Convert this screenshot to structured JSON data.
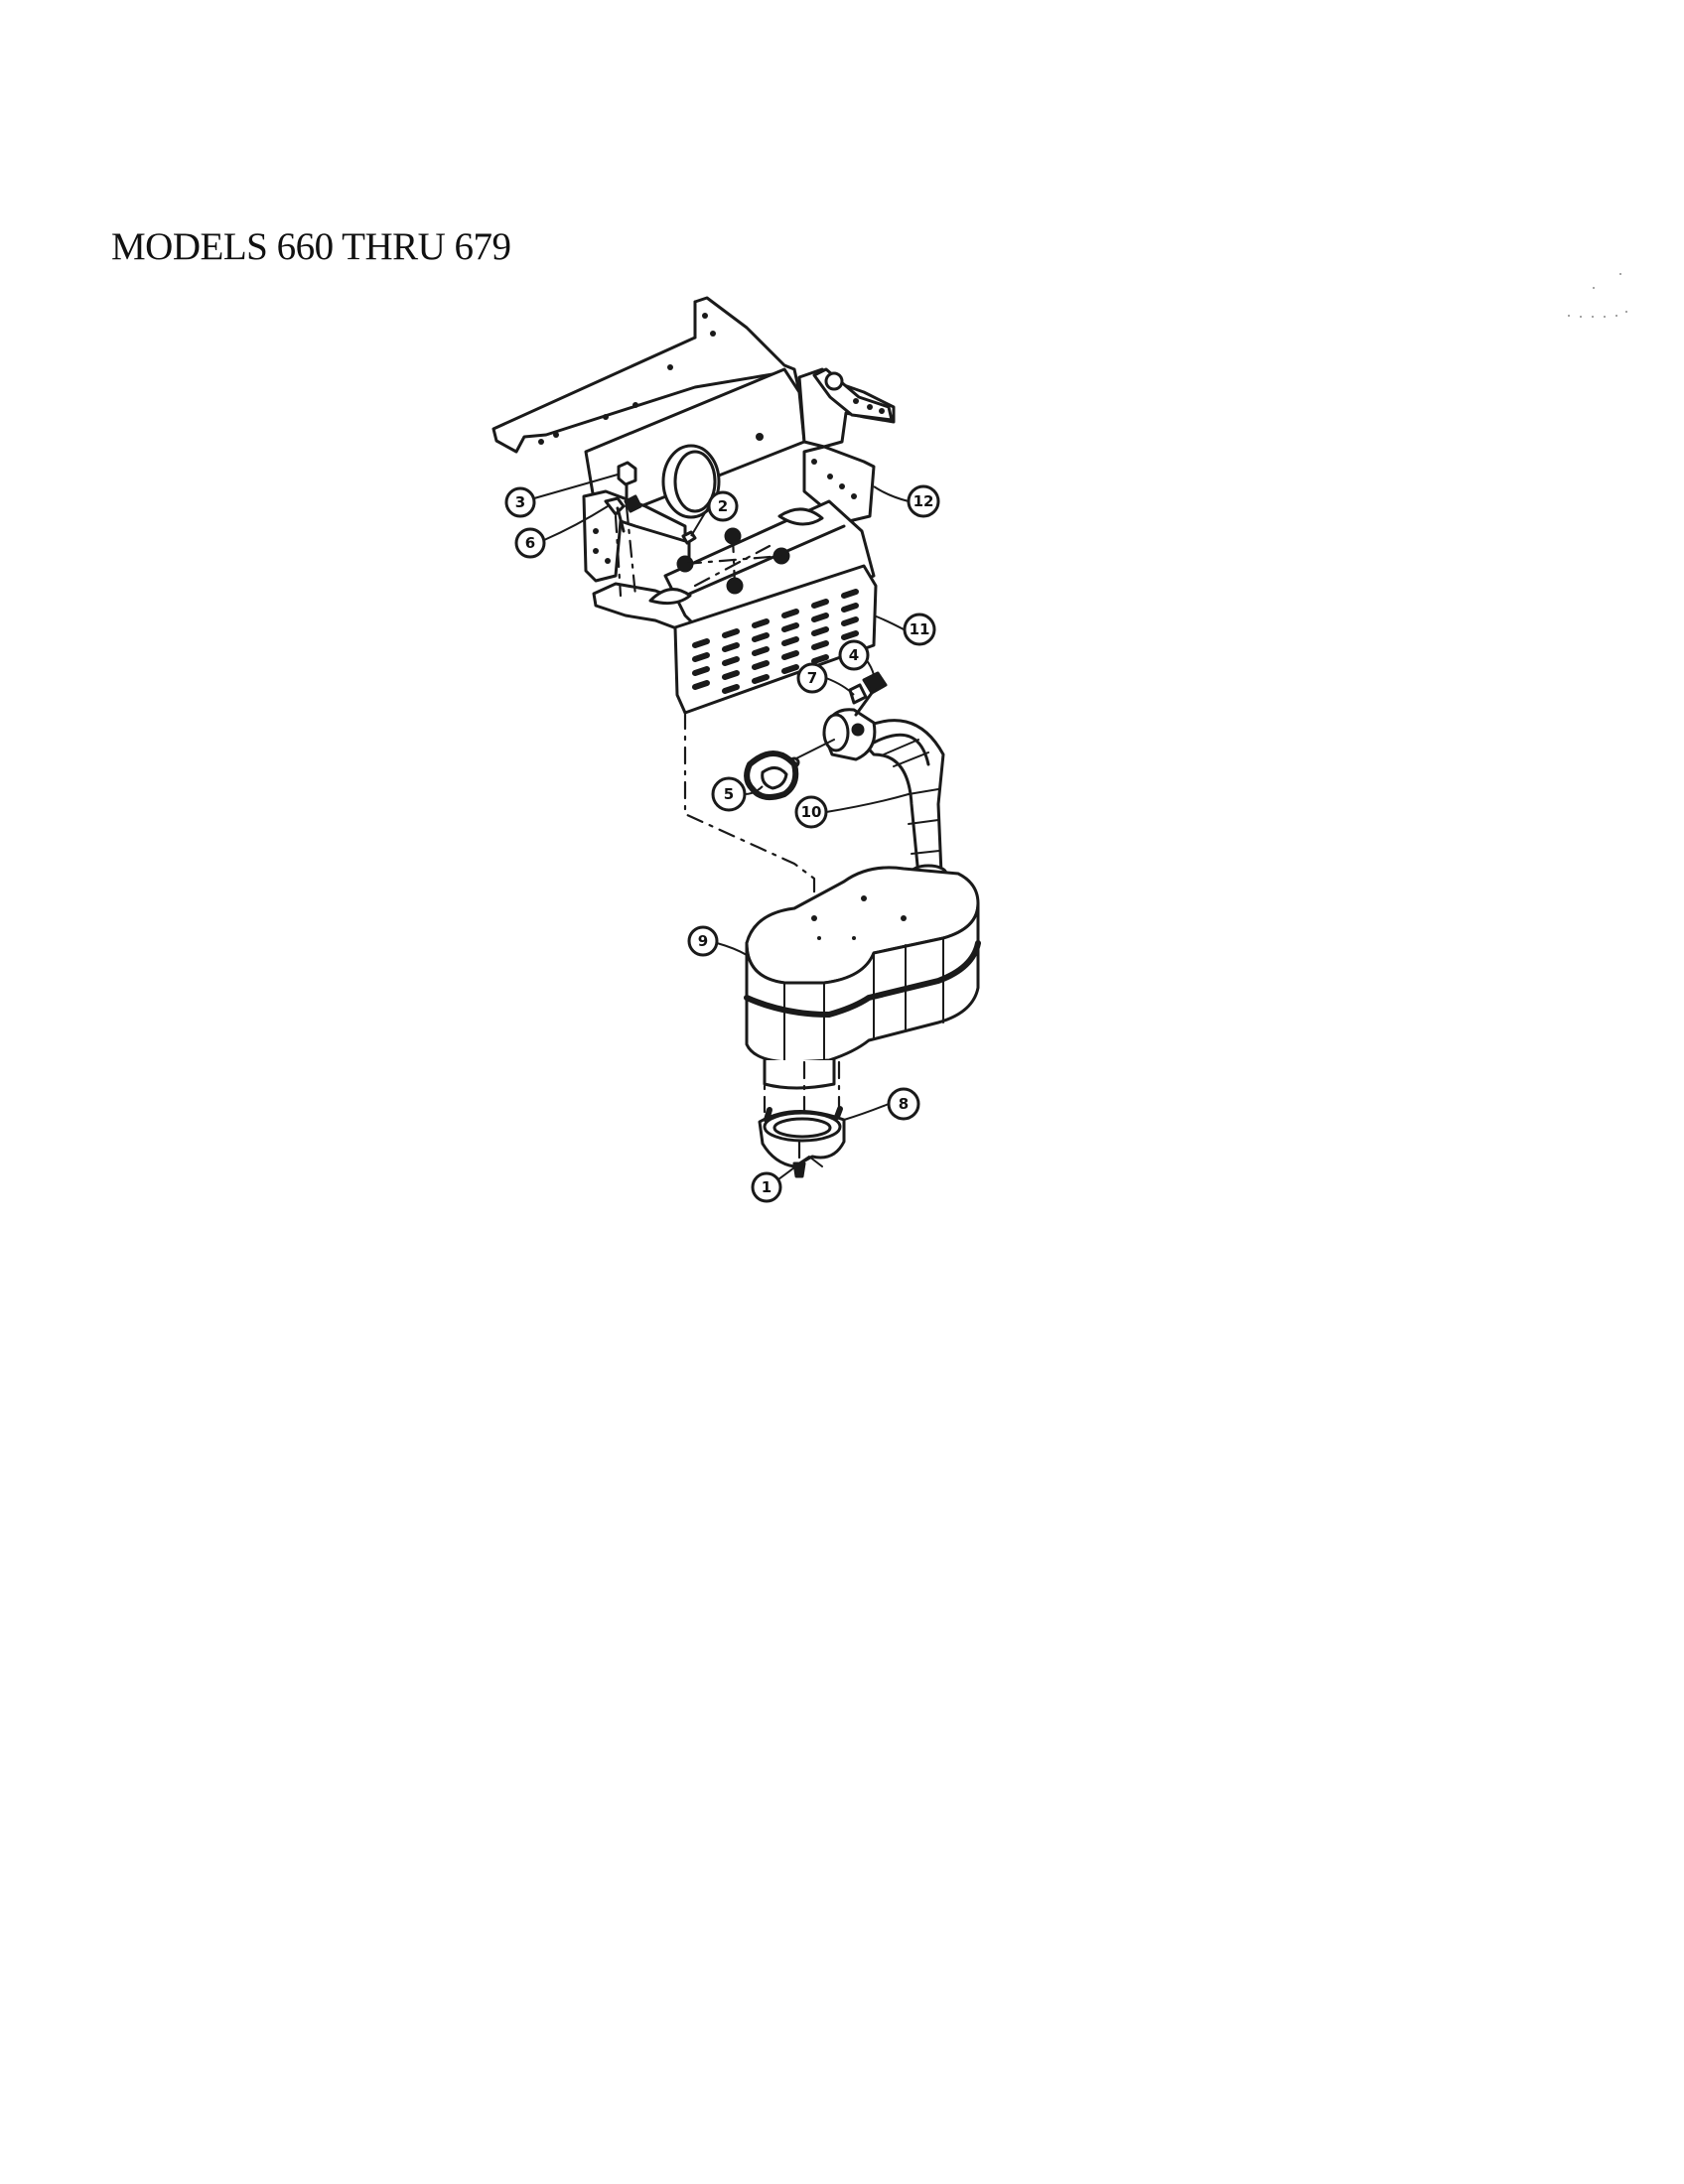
{
  "title": "MODELS 660 THRU 679",
  "callouts": [
    {
      "id": "callout-3",
      "label": "3"
    },
    {
      "id": "callout-6-top",
      "label": "6"
    },
    {
      "id": "callout-2",
      "label": "2"
    },
    {
      "id": "callout-12",
      "label": "12"
    },
    {
      "id": "callout-11",
      "label": "11"
    },
    {
      "id": "callout-4",
      "label": "4"
    },
    {
      "id": "callout-7",
      "label": "7"
    },
    {
      "id": "callout-5",
      "label": "5"
    },
    {
      "id": "callout-10",
      "label": "10"
    },
    {
      "id": "callout-9",
      "label": "9"
    },
    {
      "id": "callout-8",
      "label": "8"
    },
    {
      "id": "callout-1",
      "label": "1"
    }
  ]
}
